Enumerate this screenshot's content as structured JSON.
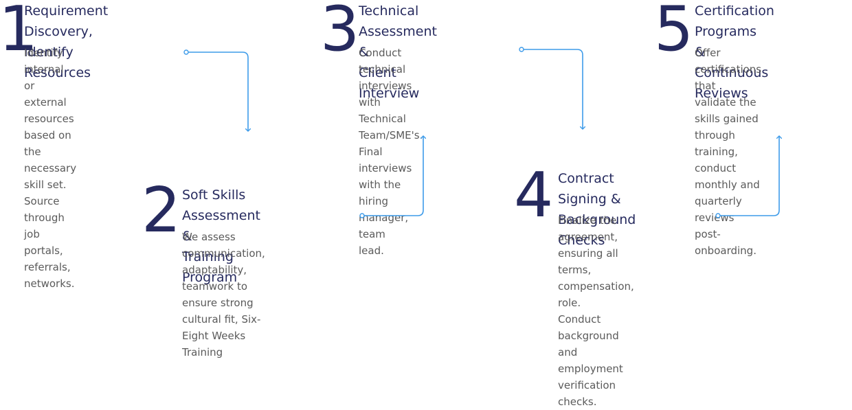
{
  "steps": [
    {
      "number": "1",
      "title": "Requirement Discovery,\nIdentify Resources",
      "description": "Identify internal or external\nresources based on the\nnecessary skill set. Source\nthrough job portals, referrals,\nnetworks."
    },
    {
      "number": "2",
      "title": "Soft Skills Assessment &\nTraining Program",
      "description": "We assess communication,\nadaptability, teamwork to\nensure strong cultural fit, Six-\nEight Weeks Training"
    },
    {
      "number": "3",
      "title": "Technical Assessment &\nClient Interview",
      "description": "Conduct technical\ninterviews  with Technical\nTeam/SME's. Final interviews\nwith the hiring manager, team\nlead."
    },
    {
      "number": "4",
      "title": "Contract Signing  &\nBackground Checks",
      "description": "Finalize the agreement,\nensuring all terms,\ncompensation, role.\nConduct background and\nemployment verification\nchecks."
    },
    {
      "number": "5",
      "title": "Certification Programs\n& Continuous Reviews",
      "description": "Offer certifications that\nvalidate the skills gained\nthrough training, conduct\nmonthly and quarterly reviews\npost-onboarding."
    }
  ],
  "colors": {
    "heading": "#262a5e",
    "body_text": "#5a5a5a",
    "connector": "#3d9be9"
  }
}
